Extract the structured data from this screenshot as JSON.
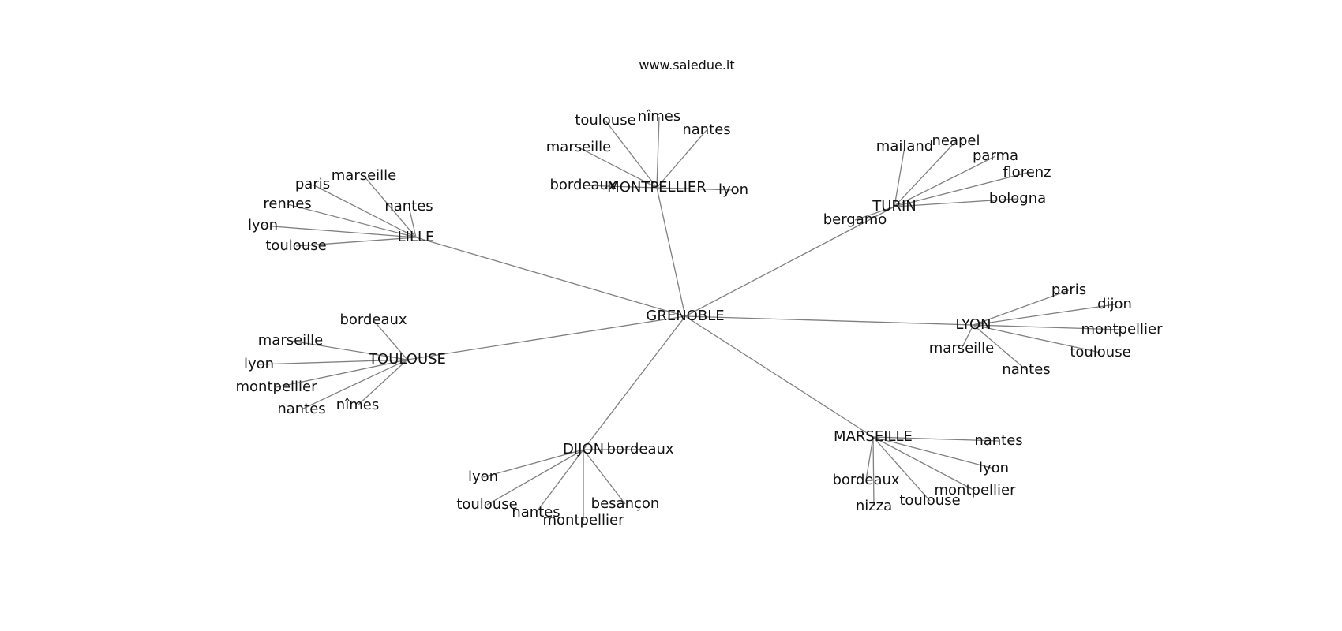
{
  "header": {
    "site": "www.saiedue.it"
  },
  "graph": {
    "center": {
      "id": "grenoble",
      "label": "GRENOBLE"
    },
    "hubs": [
      {
        "id": "lille",
        "label": "LILLE",
        "leaves": [
          "paris",
          "marseille",
          "rennes",
          "nantes",
          "lyon",
          "toulouse"
        ]
      },
      {
        "id": "montpellier",
        "label": "MONTPELLIER",
        "leaves": [
          "toulouse",
          "nîmes",
          "nantes",
          "marseille",
          "bordeaux",
          "lyon"
        ]
      },
      {
        "id": "turin",
        "label": "TURIN",
        "leaves": [
          "mailand",
          "neapel",
          "parma",
          "florenz",
          "bologna",
          "bergamo"
        ]
      },
      {
        "id": "lyon",
        "label": "LYON",
        "leaves": [
          "paris",
          "dijon",
          "montpellier",
          "toulouse",
          "marseille",
          "nantes"
        ]
      },
      {
        "id": "toulouse",
        "label": "TOULOUSE",
        "leaves": [
          "bordeaux",
          "marseille",
          "lyon",
          "montpellier",
          "nantes",
          "nîmes"
        ]
      },
      {
        "id": "dijon",
        "label": "DIJON",
        "leaves": [
          "bordeaux",
          "lyon",
          "toulouse",
          "nantes",
          "besançon",
          "montpellier"
        ]
      },
      {
        "id": "marseille",
        "label": "MARSEILLE",
        "leaves": [
          "nantes",
          "lyon",
          "bordeaux",
          "montpellier",
          "toulouse",
          "nizza"
        ]
      }
    ]
  }
}
